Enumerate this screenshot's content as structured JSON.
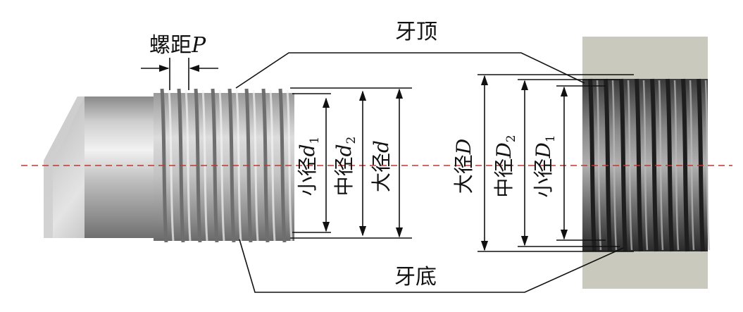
{
  "labels": {
    "pitch_label": "螺距",
    "pitch_symbol": "P",
    "crest": "牙顶",
    "root": "牙底"
  },
  "external_thread": {
    "minor": {
      "text": "小径",
      "symbol": "d",
      "subscript": "1"
    },
    "pitch_dia": {
      "text": "中径",
      "symbol": "d",
      "subscript": "2"
    },
    "major": {
      "text": "大径",
      "symbol": "d",
      "subscript": ""
    }
  },
  "internal_thread": {
    "major": {
      "text": "大径",
      "symbol": "D",
      "subscript": ""
    },
    "pitch_dia": {
      "text": "中径",
      "symbol": "D",
      "subscript": "2"
    },
    "minor": {
      "text": "小径",
      "symbol": "D",
      "subscript": "1"
    }
  },
  "colors": {
    "centerline": "#c0392b",
    "nut_body": "#c9c9bd",
    "bolt_light": "#e6e6e6",
    "bolt_dark": "#7b7b7b",
    "nut_thread_dark": "#2b2b2b"
  }
}
